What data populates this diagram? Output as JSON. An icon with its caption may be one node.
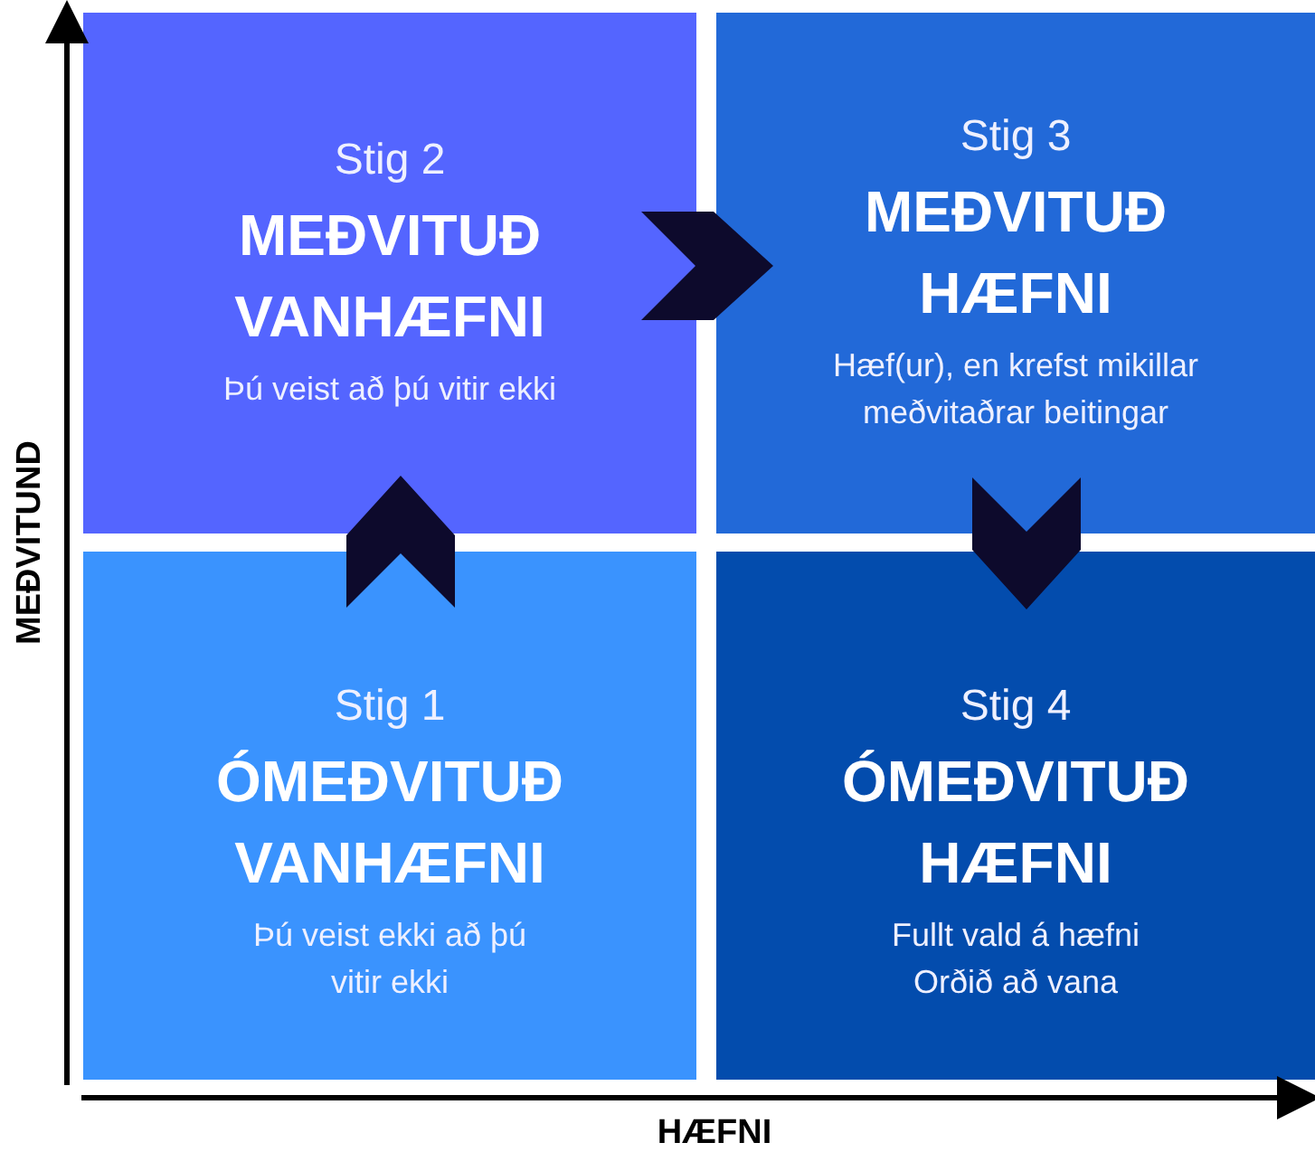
{
  "diagram": {
    "nodes": [
      {
        "text": [
          "Stig 2",
          "MEÐVITUÐ VANHÆFNI",
          "Þú veist að þú vitir ekki"
        ]
      },
      {
        "text": [
          "Stig 3",
          "MEÐVITUÐ HÆFNI",
          "Hæf(ur), en krefst mikillar meðvitaðrar beitingar"
        ]
      },
      {
        "text": [
          "Stig 1",
          "ÓMEÐVITUÐ VANHÆFNI",
          "Þú veist ekki að þú vitir ekki"
        ]
      },
      {
        "text": [
          "Stig 4",
          "ÓMEÐVITUÐ HÆFNI",
          "Fullt vald á hæfni Orðið að vana"
        ]
      }
    ],
    "edges": [
      {
        "from": 2,
        "to": 0,
        "arrow": "to"
      },
      {
        "from": 0,
        "to": 1,
        "arrow": "to"
      },
      {
        "from": 1,
        "to": 3,
        "arrow": "to"
      }
    ],
    "labels": [
      "MEÐVITUND",
      "HÆFNI"
    ]
  }
}
